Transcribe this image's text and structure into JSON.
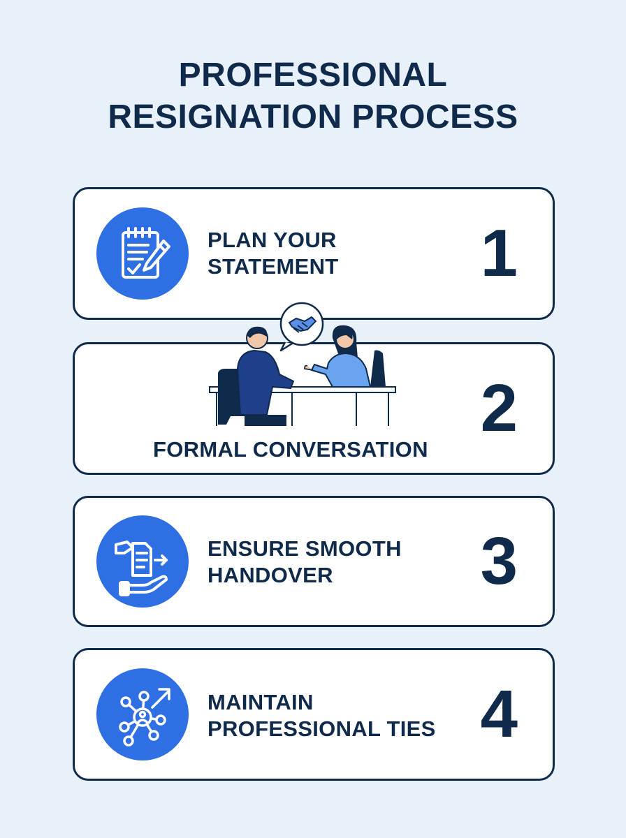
{
  "title": {
    "line1": "PROFESSIONAL",
    "line2": "RESIGNATION PROCESS"
  },
  "steps": [
    {
      "number": "1",
      "line1": "PLAN YOUR",
      "line2": "STATEMENT",
      "icon": "checklist-pencil-icon"
    },
    {
      "number": "2",
      "line1": "FORMAL CONVERSATION",
      "icon": "meeting-handshake-illustration"
    },
    {
      "number": "3",
      "line1": "ENSURE SMOOTH",
      "line2": "HANDOVER",
      "icon": "document-handover-icon"
    },
    {
      "number": "4",
      "line1": "MAINTAIN",
      "line2": "PROFESSIONAL TIES",
      "icon": "network-growth-icon"
    }
  ],
  "colors": {
    "background": "#e8f0fa",
    "navy": "#0f2a4a",
    "accent_blue": "#2f6fe4",
    "card": "#ffffff"
  }
}
